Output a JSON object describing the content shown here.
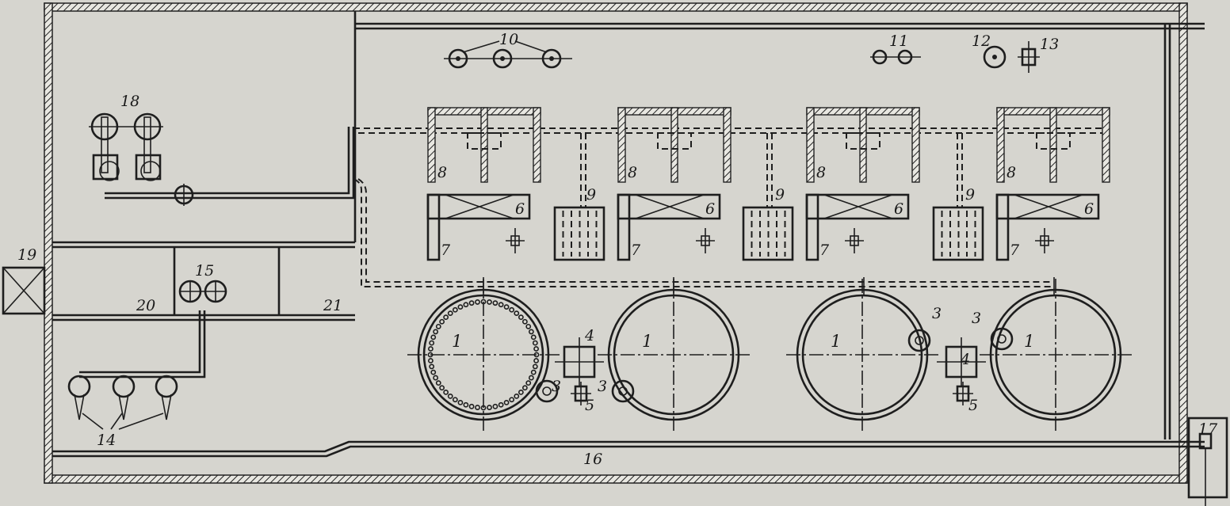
{
  "labels": {
    "vat": "1",
    "agitator": "3",
    "pump_4": "4",
    "pump_5": "5",
    "bin": "6",
    "stand": "7",
    "chamber": "8",
    "rack": "9",
    "unit_10": "10",
    "unit_11": "11",
    "unit_12": "12",
    "unit_13": "13",
    "unit_14": "14",
    "unit_15": "15",
    "unit_16": "16",
    "unit_17": "17",
    "unit_18": "18",
    "unit_19": "19",
    "room_20": "20",
    "room_21": "21"
  },
  "colors": {
    "ink": "#1e1e1e",
    "paper": "#d6d5cf"
  }
}
